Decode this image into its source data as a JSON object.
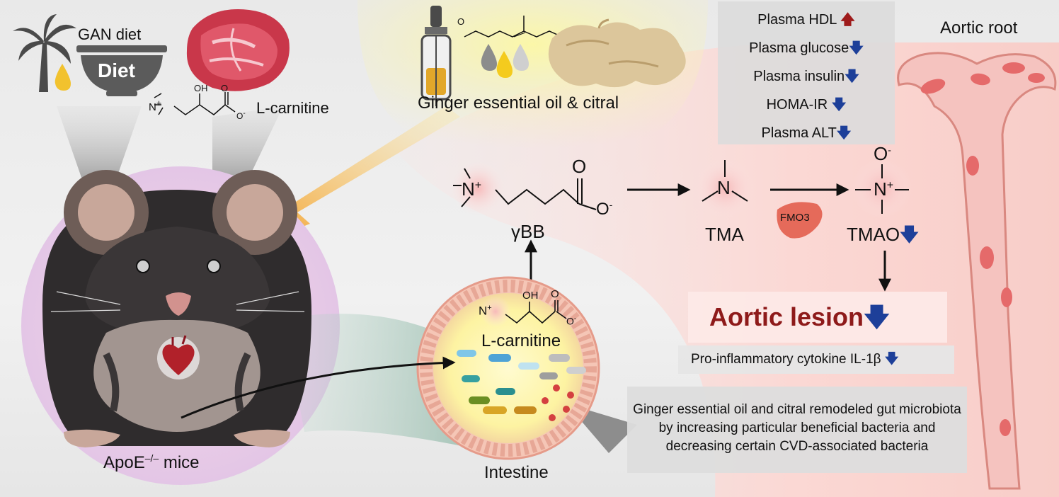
{
  "diet": {
    "gan_label": "GAN diet",
    "bowl_label": "Diet",
    "lcarnitine_prefix": "L",
    "lcarnitine_suffix": "-carnitine",
    "chem_oh": "OH",
    "chem_o": "O",
    "chem_n": "N",
    "chem_plus": "+",
    "chem_minus": "-"
  },
  "ginger": {
    "label": "Ginger essential oil & citral",
    "chem_o": "O"
  },
  "plasma_markers": [
    {
      "label": "Plasma HDL",
      "trend": "up"
    },
    {
      "label": "Plasma glucose",
      "trend": "down"
    },
    {
      "label": "Plasma insulin",
      "trend": "down"
    },
    {
      "label": "HOMA-IR",
      "trend": "down"
    },
    {
      "label": "Plasma ALT",
      "trend": "down"
    }
  ],
  "arrows": {
    "up": "🡅",
    "down": "🡇"
  },
  "aorta": {
    "label": "Aortic root"
  },
  "pathway": {
    "ybb_label": "γBB",
    "tma_label": "TMA",
    "tmao_label": "TMAO",
    "fmo3_label": "FMO3",
    "chem_n": "N",
    "chem_o": "O",
    "chem_plus": "+",
    "chem_minus": "-"
  },
  "lesion": {
    "label": "Aortic lesion",
    "cytokine_label": "Pro-inflammatory cytokine IL-1β"
  },
  "intestine": {
    "label": "Intestine",
    "lcarnitine_prefix": "L",
    "lcarnitine_suffix": "-carnitine",
    "chem_oh": "OH",
    "chem_o": "O",
    "chem_n": "N",
    "chem_plus": "+",
    "chem_minus": "-"
  },
  "mouse": {
    "label": "ApoE",
    "superscript": "–/–",
    "suffix": " mice"
  },
  "microbiota": {
    "line1": "Ginger essential oil and citral remodeled gut microbiota",
    "line2": "by increasing particular beneficial bacteria and",
    "line3": "decreasing certain CVD-associated bacteria"
  },
  "colors": {
    "lesion_red": "#8e1a1a",
    "arrow_blue": "#1d3f99",
    "arrow_red": "#9e1b1b",
    "aorta_pink": "#f6c6c2",
    "ginger_yellow": "#f7f3a0"
  }
}
